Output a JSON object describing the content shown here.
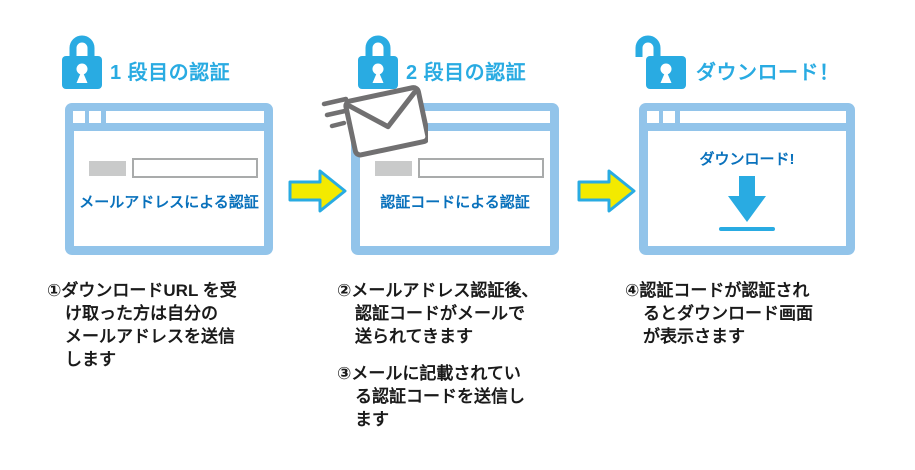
{
  "colors": {
    "sky_blue": "#29ABE2",
    "window_frame_blue": "#92C4EA",
    "dark_blue": "#0971BC",
    "arrow_yellow": "#F3EA00",
    "envelope_gray": "#717071",
    "label_gray": "#C9CACA",
    "text_black": "#1A1A1A"
  },
  "steps": [
    {
      "header": "1 段目の認証",
      "window_caption": "メールアドレスによる認証"
    },
    {
      "header": "2 段目の認証",
      "window_caption": "認証コードによる認証"
    },
    {
      "header": "ダウンロード！",
      "window_caption": "ダウンロード!"
    }
  ],
  "notes": {
    "n1": "①ダウンロードURL を受\nけ取った方は自分の\nメールアドレスを送信\nします",
    "n2": "②メールアドレス認証後、\n認証コードがメールで\n送られてきます",
    "n3": "③メールに記載されてい\nる認証コードを送信し\nます",
    "n4": "④認証コードが認証され\nるとダウンロード画面\nが表示さます"
  }
}
